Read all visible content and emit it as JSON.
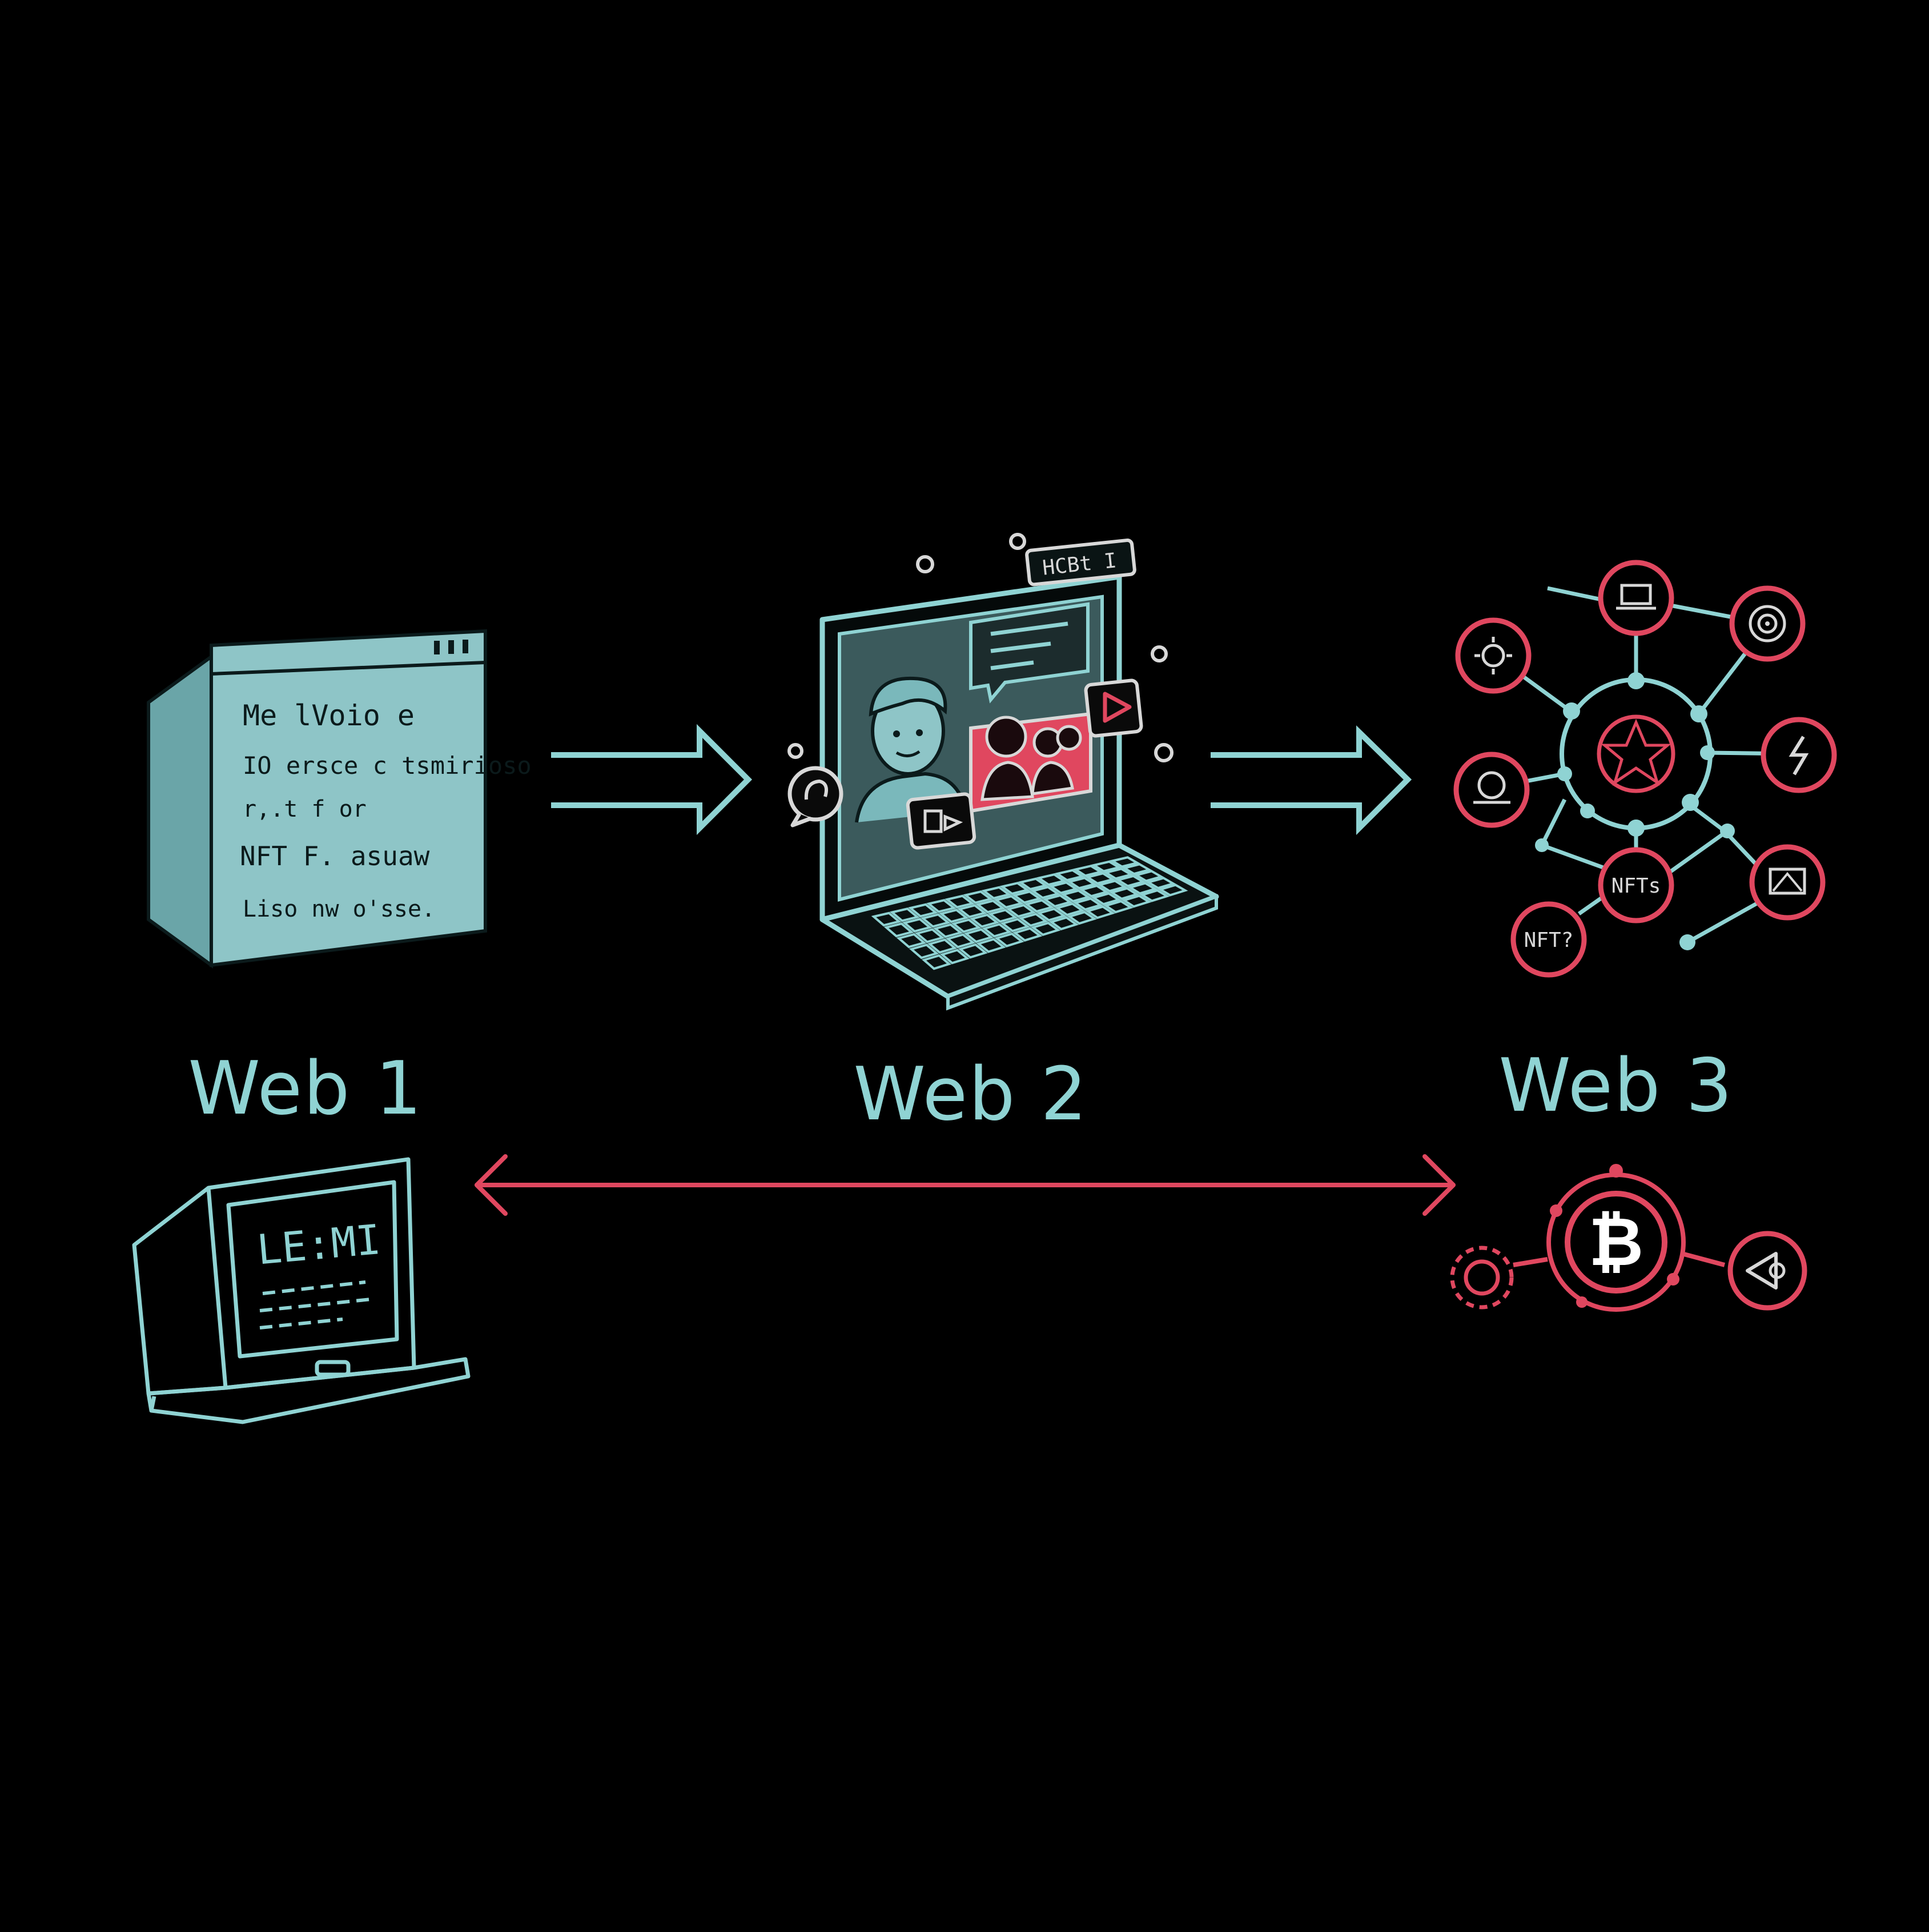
{
  "colors": {
    "background": "#000000",
    "teal": "#8fd3d3",
    "teal_fill": "#7ab8bb",
    "red": "#e0475f"
  },
  "stages": [
    {
      "label": "Web 1",
      "icon": "static-document-icon"
    },
    {
      "label": "Web 2",
      "icon": "interactive-laptop-icon"
    },
    {
      "label": "Web 3",
      "icon": "decentralized-network-icon"
    }
  ],
  "web1_document": {
    "lines": [
      "Me lVoio e",
      "IO ersce c tsmirioso",
      "r,.t f or",
      "NFT  F. asuaw",
      "Liso  nw  o'sse."
    ]
  },
  "web1_terminal": {
    "screen_text": "LE:MI"
  },
  "web2_laptop": {
    "tag_text": "HCBt I"
  },
  "web3_network": {
    "nft_labels": [
      "NFTs",
      "NFT?"
    ]
  },
  "crypto_cluster": {
    "coin_symbol": "₿"
  }
}
